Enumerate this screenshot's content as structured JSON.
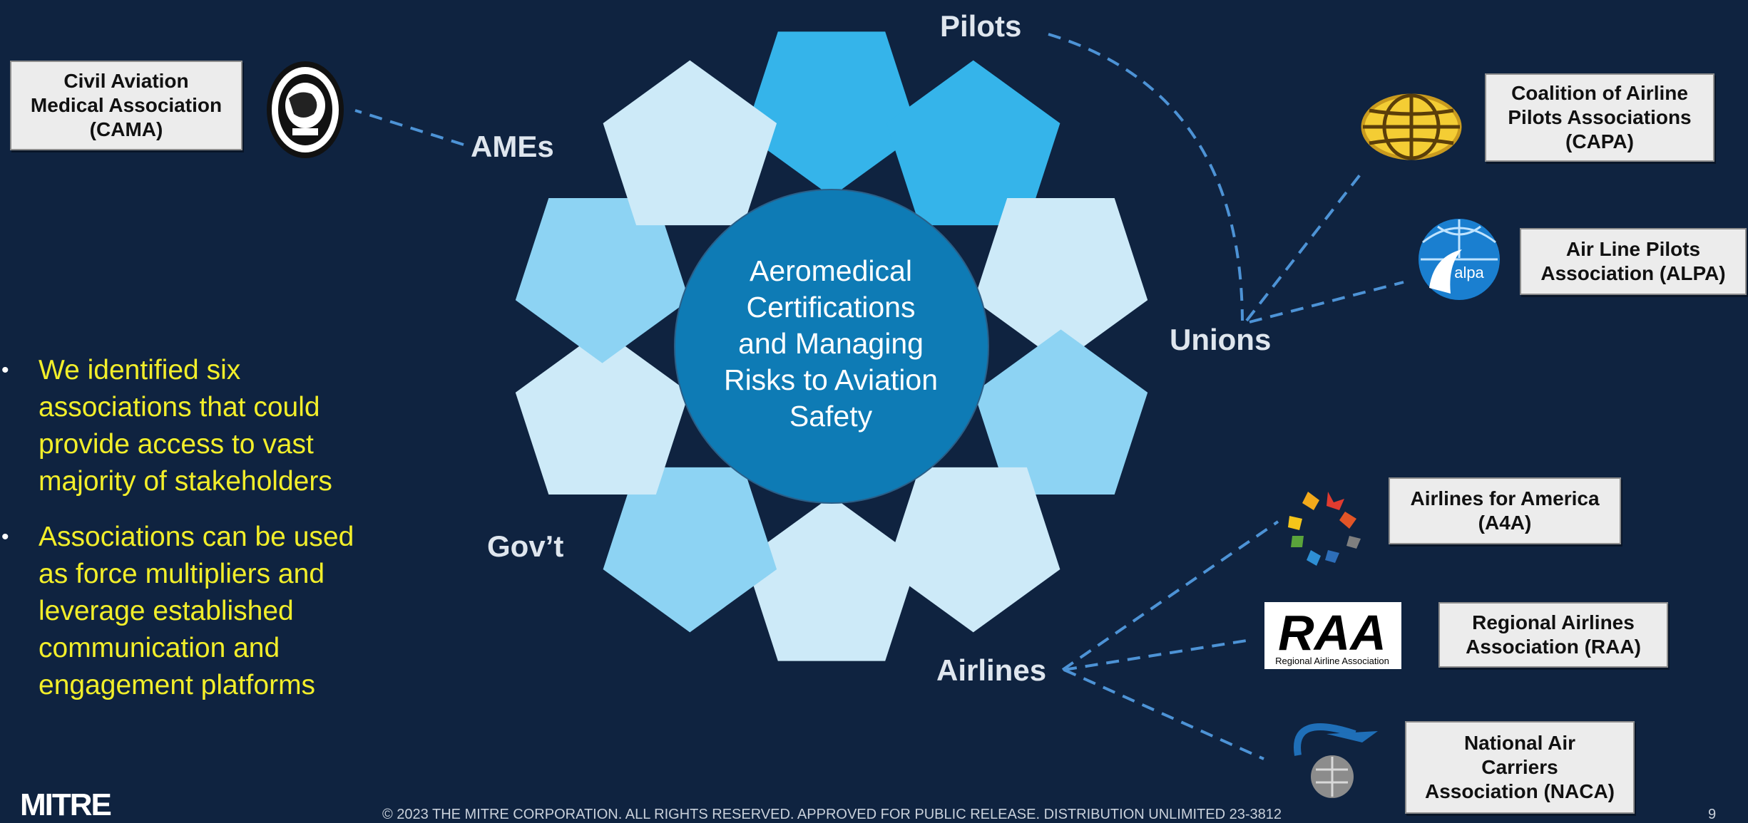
{
  "center": {
    "text": "Aeromedical\nCertifications\nand Managing\nRisks to Aviation\nSafety"
  },
  "groups": {
    "pilots": "Pilots",
    "unions": "Unions",
    "airlines": "Airlines",
    "govt": "Gov’t",
    "ames": "AMEs"
  },
  "associations": {
    "cama": "Civil Aviation\nMedical Association\n(CAMA)",
    "capa": "Coalition of Airline\nPilots Associations\n(CAPA)",
    "alpa": "Air Line Pilots\nAssociation (ALPA)",
    "a4a": "Airlines for America\n(A4A)",
    "raa": "Regional Airlines\nAssociation (RAA)",
    "naca": "National Air\nCarriers\nAssociation (NACA)"
  },
  "logos": {
    "alpa_text": "alpa",
    "raa_text": "RAA",
    "raa_subtext": "Regional Airline Association",
    "mitre": "MITRE"
  },
  "bullets": [
    "We identified six associations that could provide access to vast majority of stakeholders",
    "Associations can be used as force multipliers and leverage established communication and engagement platforms"
  ],
  "footer": {
    "copyright": "© 2023 THE MITRE CORPORATION. ALL RIGHTS RESERVED. APPROVED FOR PUBLIC RELEASE. DISTRIBUTION UNLIMITED 23-3812",
    "page_number": "9"
  },
  "colors": {
    "background": "#0f2340",
    "center_circle": "#0e7bb5",
    "pentagon_dark": "#35b4ea",
    "pentagon_mid": "#8dd3f3",
    "pentagon_light": "#cdeaf8",
    "connector": "#4d93d6",
    "bullet_text": "#f2ee2a"
  },
  "icons": [
    "cama-seal-icon",
    "capa-globe-icon",
    "alpa-globe-icon",
    "a4a-airplanes-icon",
    "raa-logo-icon",
    "naca-globe-plane-icon"
  ]
}
